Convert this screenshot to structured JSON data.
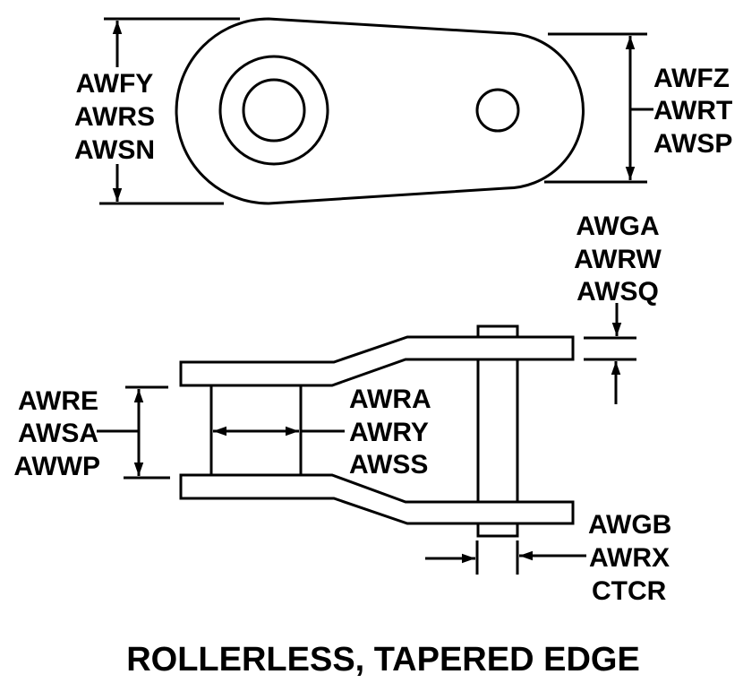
{
  "colors": {
    "line": "#000000",
    "background": "#ffffff"
  },
  "title": "ROLLERLESS, TAPERED EDGE",
  "top_view": {
    "left_height_labels": [
      "AWFY",
      "AWRS",
      "AWSN"
    ],
    "right_height_labels": [
      "AWFZ",
      "AWRT",
      "AWSP"
    ]
  },
  "side_view": {
    "inner_width_labels": [
      "AWRE",
      "AWSA",
      "AWWP"
    ],
    "bushing_length_labels": [
      "AWRA",
      "AWRY",
      "AWSS"
    ],
    "plate_thickness_labels": [
      "AWGA",
      "AWRW",
      "AWSQ"
    ],
    "pin_diameter_labels": [
      "AWGB",
      "AWRX",
      "CTCR"
    ]
  }
}
